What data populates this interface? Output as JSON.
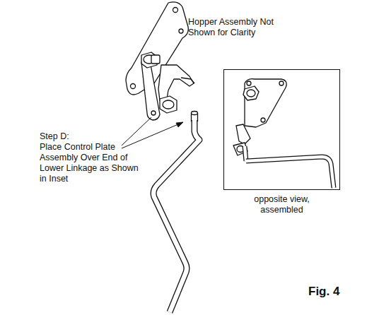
{
  "diagram": {
    "caption": "Fig. 4",
    "nodes": [
      {
        "text": [
          "opposite view, assembled"
        ]
      }
    ],
    "labels": [
      "Hopper Assembly Not Shown for Clarity",
      "Step D:",
      "Place Control Plate Assembly Over End of Lower Linkage as Shown in Inset"
    ]
  }
}
